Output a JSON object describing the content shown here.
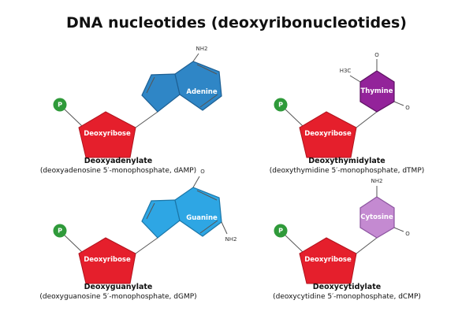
{
  "title": "DNA nucleotides (deoxyribonucleotides)",
  "colors": {
    "phosphate": "#2f9a3a",
    "sugar": "#e51f2c",
    "adenine": "#2f86c6",
    "guanine": "#2ea6e4",
    "thymine": "#93239a",
    "cytosine": "#c48ad1",
    "line": "#555555"
  },
  "nucleotides": [
    {
      "phosphate_label": "P",
      "sugar_label": "Deoxyribose",
      "base_label": "Adenine",
      "base_type": "purine",
      "substituents": [
        "NH2"
      ],
      "name": "Deoxyadenylate",
      "full_name": "(deoxyadenosine 5′-monophosphate, dAMP)"
    },
    {
      "phosphate_label": "P",
      "sugar_label": "Deoxyribose",
      "base_label": "Thymine",
      "base_type": "pyrimidine",
      "substituents": [
        "O",
        "H3C",
        "O"
      ],
      "name": "Deoxythymidylate",
      "full_name": "(deoxythymidine 5′-monophosphate, dTMP)"
    },
    {
      "phosphate_label": "P",
      "sugar_label": "Deoxyribose",
      "base_label": "Guanine",
      "base_type": "purine",
      "substituents": [
        "O",
        "NH2"
      ],
      "name": "Deoxyguanylate",
      "full_name": "(deoxyguanosine 5′-monophosphate, dGMP)"
    },
    {
      "phosphate_label": "P",
      "sugar_label": "Deoxyribose",
      "base_label": "Cytosine",
      "base_type": "pyrimidine",
      "substituents": [
        "NH2",
        "O"
      ],
      "name": "Deoxycytidylate",
      "full_name": "(deoxycytidine 5′-monophosphate, dCMP)"
    }
  ]
}
